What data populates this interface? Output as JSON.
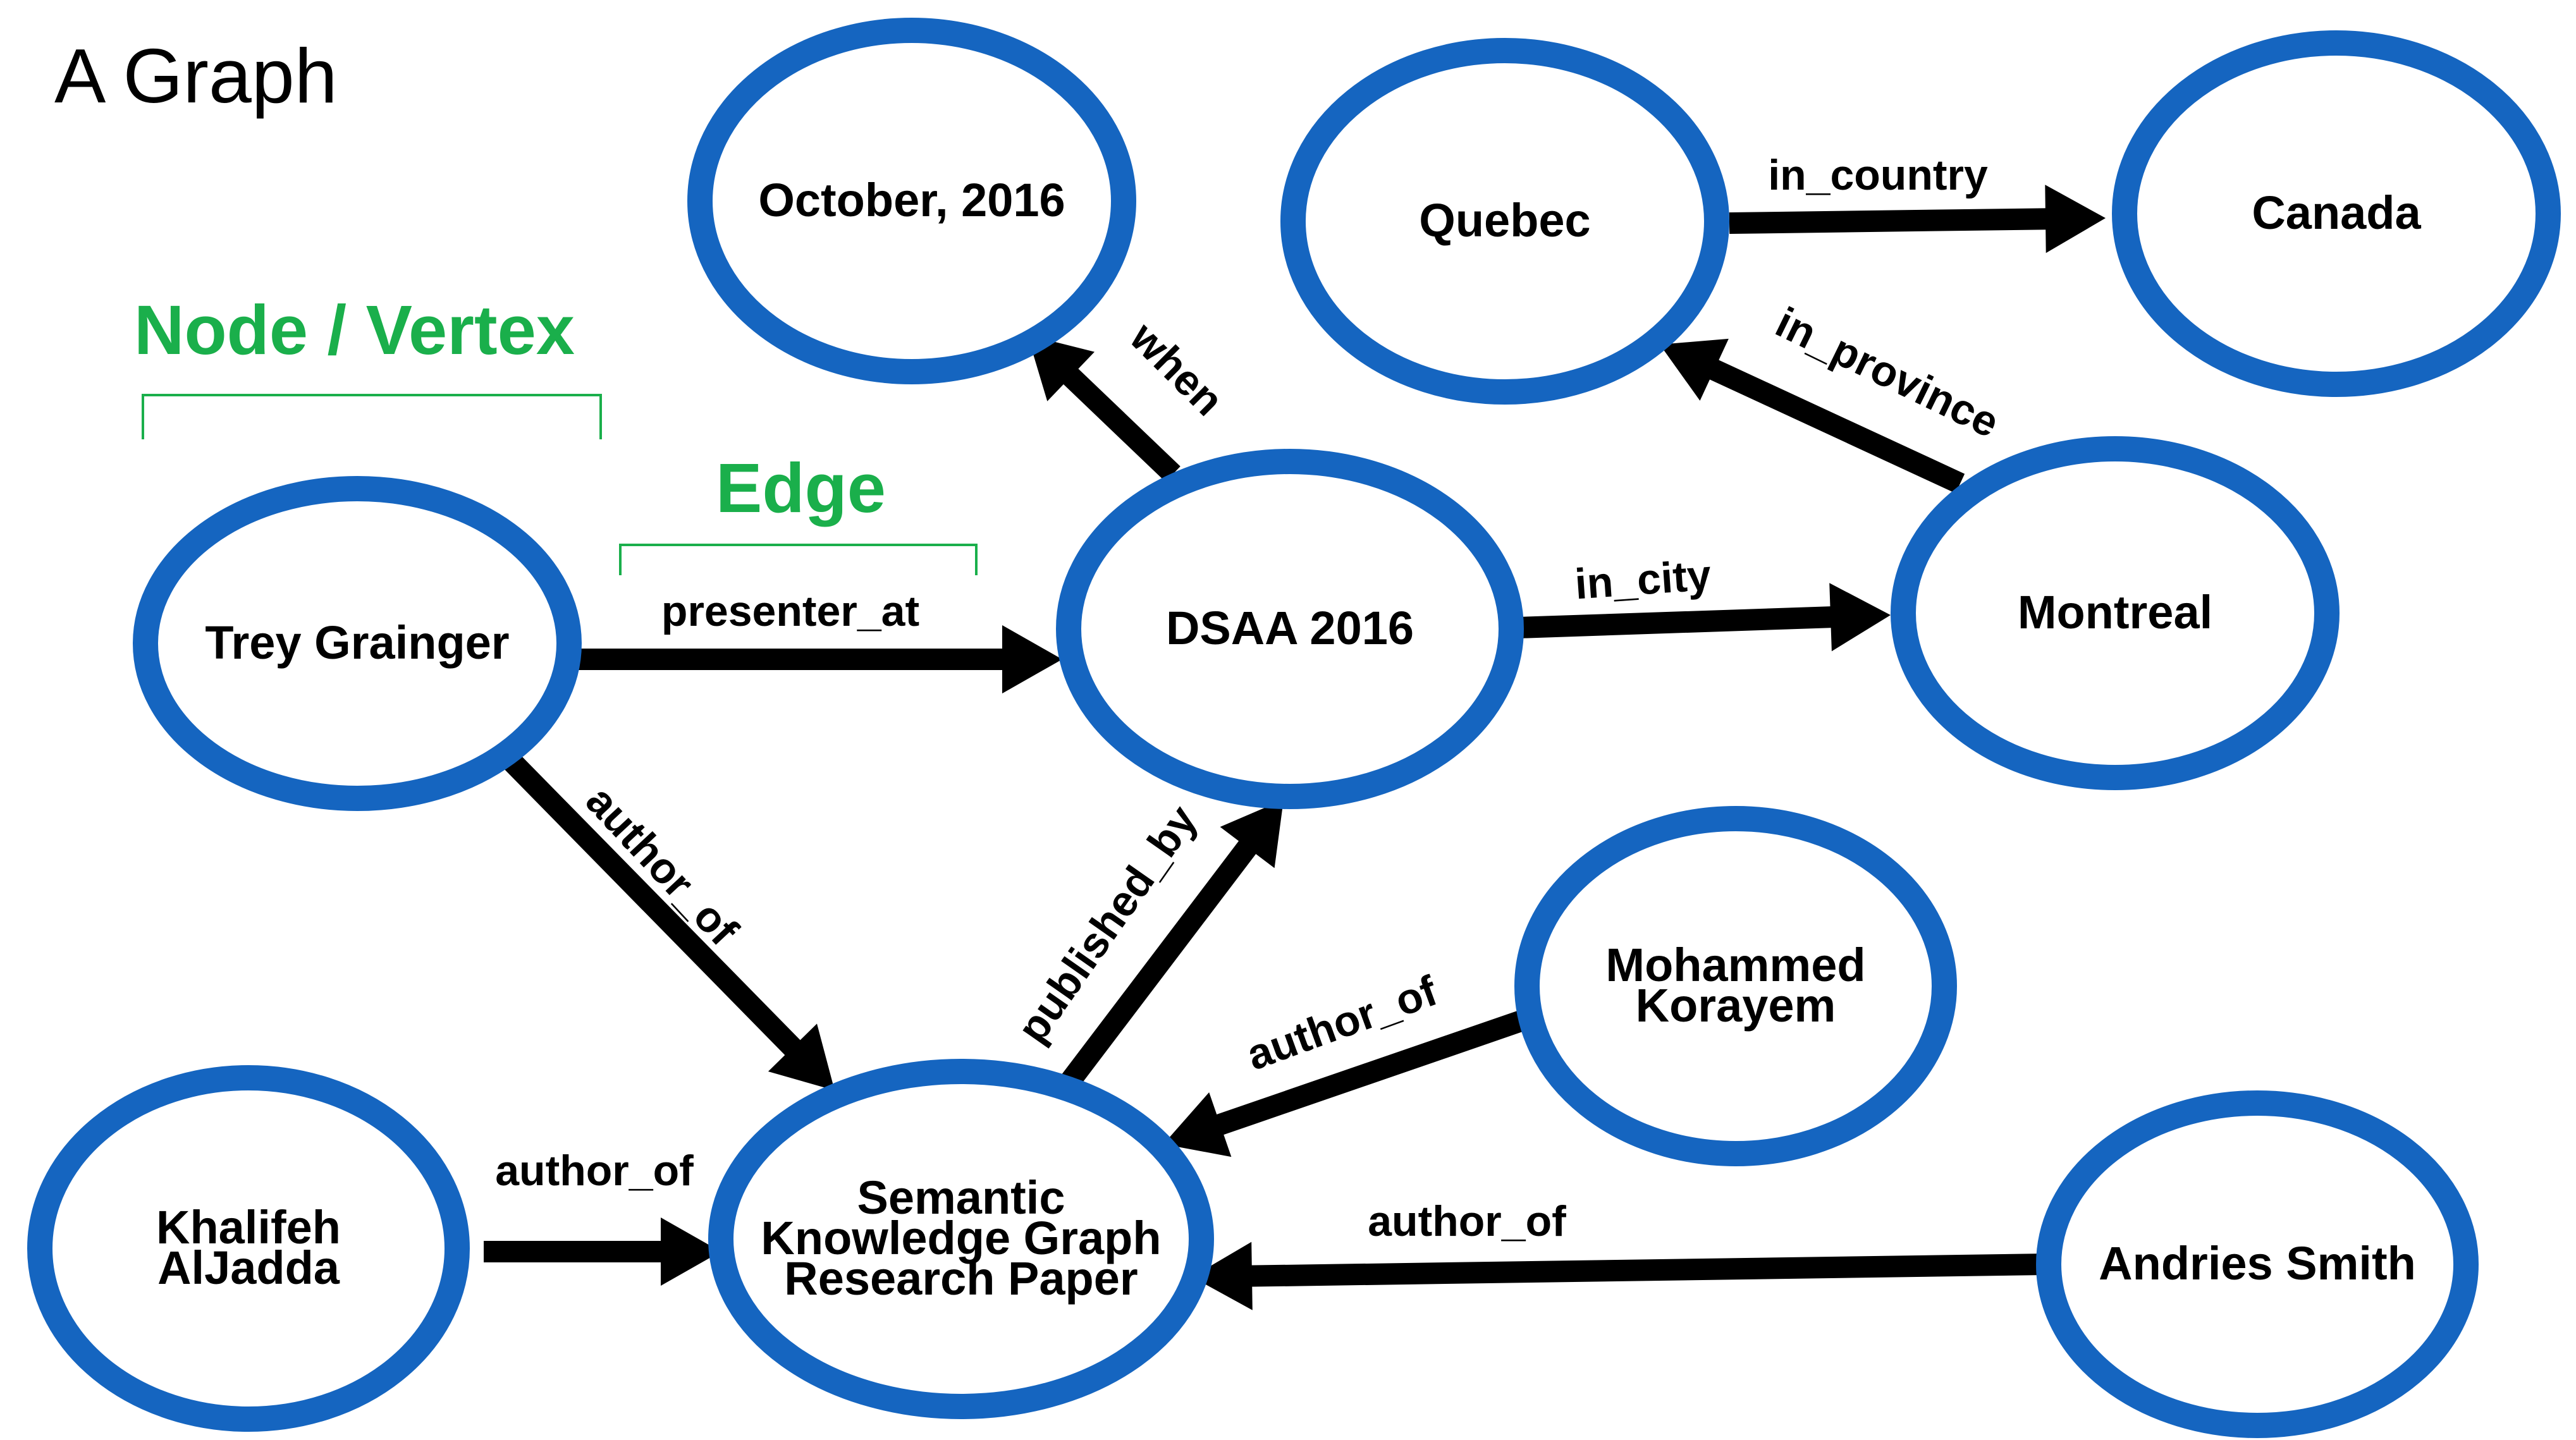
{
  "title": "A Graph",
  "colors": {
    "node_stroke": "#1565C0",
    "edge": "#000000",
    "annotation": "#1AAF4B",
    "text": "#000000"
  },
  "annotations": {
    "node_vertex": "Node / Vertex",
    "edge": "Edge"
  },
  "nodes": {
    "october": {
      "label": [
        "October, 2016"
      ]
    },
    "quebec": {
      "label": [
        "Quebec"
      ]
    },
    "canada": {
      "label": [
        "Canada"
      ]
    },
    "trey": {
      "label": [
        "Trey Grainger"
      ]
    },
    "dsaa": {
      "label": [
        "DSAA 2016"
      ]
    },
    "montreal": {
      "label": [
        "Montreal"
      ]
    },
    "mohammed": {
      "label": [
        "Mohammed",
        "Korayem"
      ]
    },
    "khalifeh": {
      "label": [
        "Khalifeh",
        "AlJadda"
      ]
    },
    "paper": {
      "label": [
        "Semantic",
        "Knowledge Graph",
        "Research Paper"
      ]
    },
    "andries": {
      "label": [
        "Andries Smith"
      ]
    }
  },
  "edges": [
    {
      "id": "presenter-at",
      "from": "trey",
      "to": "dsaa",
      "label": "presenter_at"
    },
    {
      "id": "when",
      "from": "dsaa",
      "to": "october",
      "label": "when"
    },
    {
      "id": "in-city",
      "from": "dsaa",
      "to": "montreal",
      "label": "in_city"
    },
    {
      "id": "in-province",
      "from": "montreal",
      "to": "quebec",
      "label": "in_province"
    },
    {
      "id": "in-country",
      "from": "quebec",
      "to": "canada",
      "label": "in_country"
    },
    {
      "id": "trey-author-of",
      "from": "trey",
      "to": "paper",
      "label": "author_of"
    },
    {
      "id": "published-by",
      "from": "paper",
      "to": "dsaa",
      "label": "published_by"
    },
    {
      "id": "mohammed-author-of",
      "from": "mohammed",
      "to": "paper",
      "label": "author_of"
    },
    {
      "id": "khalifeh-author-of",
      "from": "khalifeh",
      "to": "paper",
      "label": "author_of"
    },
    {
      "id": "andries-author-of",
      "from": "andries",
      "to": "paper",
      "label": "author_of"
    }
  ]
}
